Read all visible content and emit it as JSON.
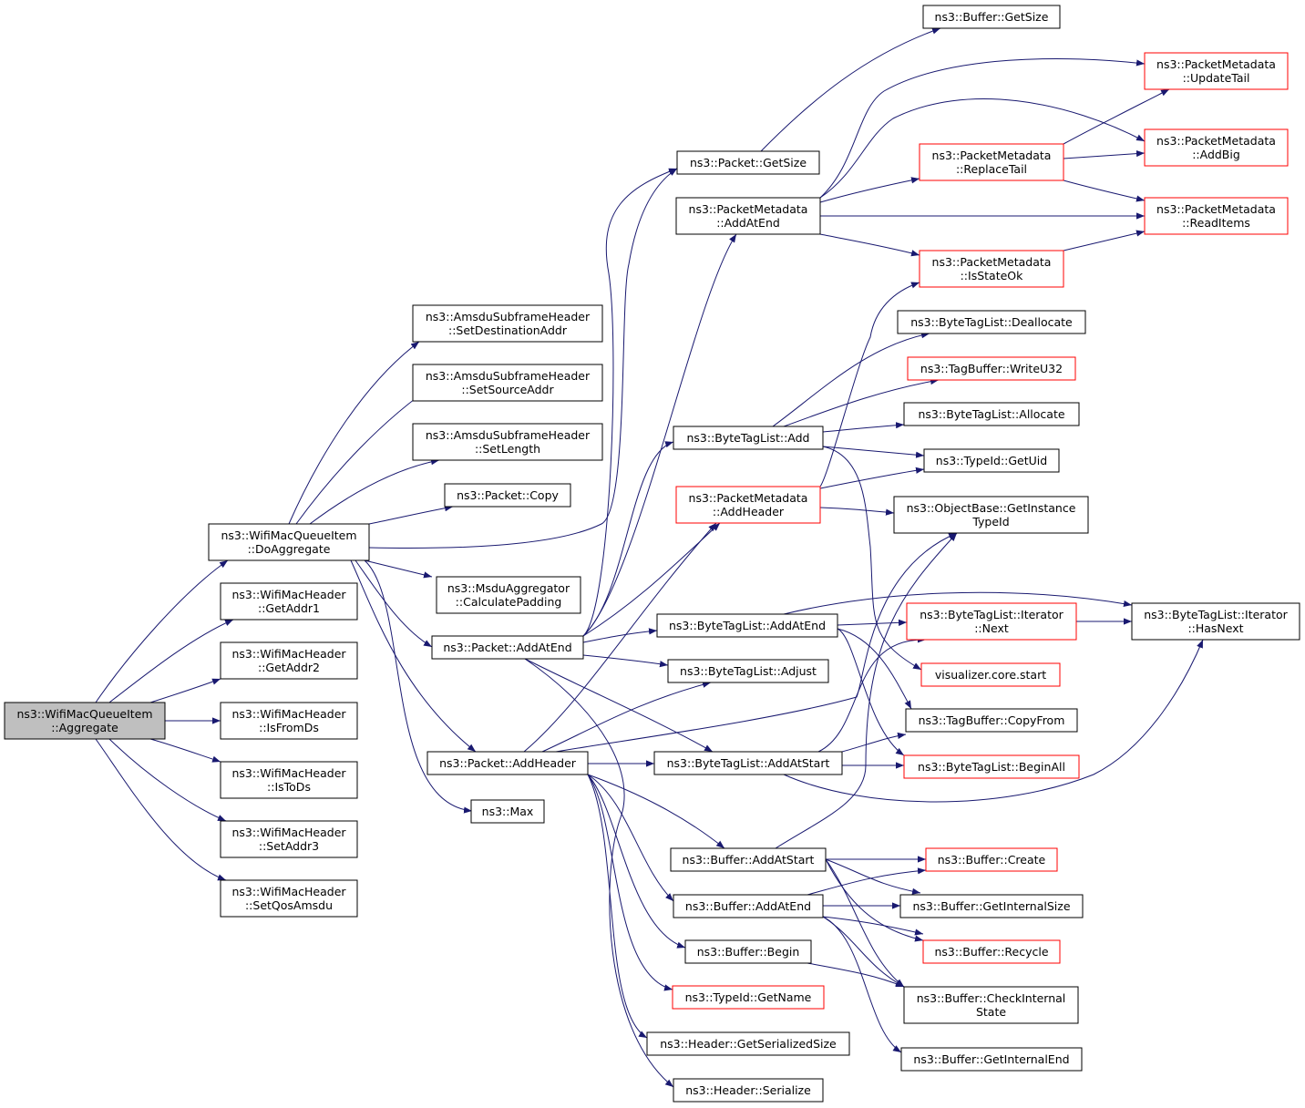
{
  "graph": {
    "title": "",
    "colors": {
      "edge": "#191970",
      "root_fill": "#bfbfbf",
      "border": "#000000",
      "truncated_border": "#ff0000"
    },
    "nodes": {
      "aggregate": {
        "lines": [
          "ns3::WifiMacQueueItem",
          "::Aggregate"
        ],
        "kind": "root"
      },
      "doAggregate": {
        "lines": [
          "ns3::WifiMacQueueItem",
          "::DoAggregate"
        ]
      },
      "getAddr1": {
        "lines": [
          "ns3::WifiMacHeader",
          "::GetAddr1"
        ]
      },
      "getAddr2": {
        "lines": [
          "ns3::WifiMacHeader",
          "::GetAddr2"
        ]
      },
      "isFromDs": {
        "lines": [
          "ns3::WifiMacHeader",
          "::IsFromDs"
        ]
      },
      "isToDs": {
        "lines": [
          "ns3::WifiMacHeader",
          "::IsToDs"
        ]
      },
      "setAddr3": {
        "lines": [
          "ns3::WifiMacHeader",
          "::SetAddr3"
        ]
      },
      "setQosAmsdu": {
        "lines": [
          "ns3::WifiMacHeader",
          "::SetQosAmsdu"
        ]
      },
      "setDestAddr": {
        "lines": [
          "ns3::AmsduSubframeHeader",
          "::SetDestinationAddr"
        ]
      },
      "setSourceAddr": {
        "lines": [
          "ns3::AmsduSubframeHeader",
          "::SetSourceAddr"
        ]
      },
      "setLength": {
        "lines": [
          "ns3::AmsduSubframeHeader",
          "::SetLength"
        ]
      },
      "packetCopy": {
        "lines": [
          "ns3::Packet::Copy"
        ]
      },
      "calcPadding": {
        "lines": [
          "ns3::MsduAggregator",
          "::CalculatePadding"
        ]
      },
      "packetAddAtEnd": {
        "lines": [
          "ns3::Packet::AddAtEnd"
        ]
      },
      "packetAddHeader": {
        "lines": [
          "ns3::Packet::AddHeader"
        ]
      },
      "max": {
        "lines": [
          "ns3::Max"
        ]
      },
      "packetGetSize": {
        "lines": [
          "ns3::Packet::GetSize"
        ]
      },
      "pmAddAtEnd": {
        "lines": [
          "ns3::PacketMetadata",
          "::AddAtEnd"
        ]
      },
      "btlAdd": {
        "lines": [
          "ns3::ByteTagList::Add"
        ]
      },
      "pmAddHeader": {
        "lines": [
          "ns3::PacketMetadata",
          "::AddHeader"
        ],
        "kind": "red"
      },
      "btlAddAtEnd": {
        "lines": [
          "ns3::ByteTagList::AddAtEnd"
        ]
      },
      "btlAdjust": {
        "lines": [
          "ns3::ByteTagList::Adjust"
        ]
      },
      "btlAddAtStart": {
        "lines": [
          "ns3::ByteTagList::AddAtStart"
        ]
      },
      "bufAddAtStart": {
        "lines": [
          "ns3::Buffer::AddAtStart"
        ]
      },
      "bufAddAtEnd": {
        "lines": [
          "ns3::Buffer::AddAtEnd"
        ]
      },
      "bufBegin": {
        "lines": [
          "ns3::Buffer::Begin"
        ]
      },
      "typeIdGetName": {
        "lines": [
          "ns3::TypeId::GetName"
        ],
        "kind": "red"
      },
      "hdrGetSerSize": {
        "lines": [
          "ns3::Header::GetSerializedSize"
        ]
      },
      "hdrSerialize": {
        "lines": [
          "ns3::Header::Serialize"
        ]
      },
      "bufGetSize": {
        "lines": [
          "ns3::Buffer::GetSize"
        ]
      },
      "pmReplaceTail": {
        "lines": [
          "ns3::PacketMetadata",
          "::ReplaceTail"
        ],
        "kind": "red"
      },
      "pmIsStateOk": {
        "lines": [
          "ns3::PacketMetadata",
          "::IsStateOk"
        ],
        "kind": "red"
      },
      "btlDeallocate": {
        "lines": [
          "ns3::ByteTagList::Deallocate"
        ]
      },
      "tbWriteU32": {
        "lines": [
          "ns3::TagBuffer::WriteU32"
        ],
        "kind": "red"
      },
      "btlAllocate": {
        "lines": [
          "ns3::ByteTagList::Allocate"
        ]
      },
      "typeIdGetUid": {
        "lines": [
          "ns3::TypeId::GetUid"
        ]
      },
      "objGetInstTypeId": {
        "lines": [
          "ns3::ObjectBase::GetInstance",
          "TypeId"
        ]
      },
      "btlIterNext": {
        "lines": [
          "ns3::ByteTagList::Iterator",
          "::Next"
        ],
        "kind": "red"
      },
      "vizStart": {
        "lines": [
          "visualizer.core.start"
        ],
        "kind": "red"
      },
      "tbCopyFrom": {
        "lines": [
          "ns3::TagBuffer::CopyFrom"
        ]
      },
      "btlBeginAll": {
        "lines": [
          "ns3::ByteTagList::BeginAll"
        ],
        "kind": "red"
      },
      "bufCreate": {
        "lines": [
          "ns3::Buffer::Create"
        ],
        "kind": "red"
      },
      "bufGetInternalSize": {
        "lines": [
          "ns3::Buffer::GetInternalSize"
        ]
      },
      "bufRecycle": {
        "lines": [
          "ns3::Buffer::Recycle"
        ],
        "kind": "red"
      },
      "bufCheckInternal": {
        "lines": [
          "ns3::Buffer::CheckInternal",
          "State"
        ]
      },
      "bufGetInternalEnd": {
        "lines": [
          "ns3::Buffer::GetInternalEnd"
        ]
      },
      "pmUpdateTail": {
        "lines": [
          "ns3::PacketMetadata",
          "::UpdateTail"
        ],
        "kind": "red"
      },
      "pmAddBig": {
        "lines": [
          "ns3::PacketMetadata",
          "::AddBig"
        ],
        "kind": "red"
      },
      "pmReadItems": {
        "lines": [
          "ns3::PacketMetadata",
          "::ReadItems"
        ],
        "kind": "red"
      },
      "btlIterHasNext": {
        "lines": [
          "ns3::ByteTagList::Iterator",
          "::HasNext"
        ]
      }
    }
  }
}
